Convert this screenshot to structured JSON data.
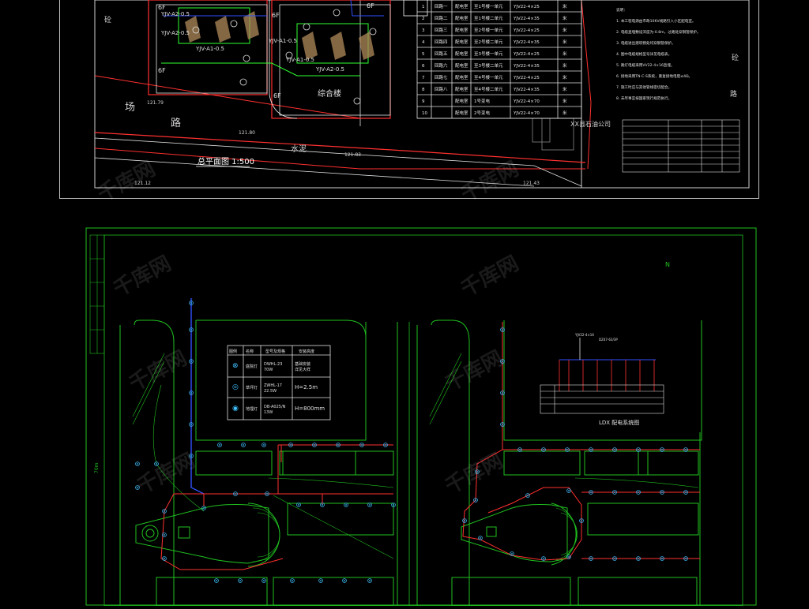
{
  "top": {
    "plan_title": "总平面图  1:500",
    "road_labels": [
      "场",
      "路",
      "水泥",
      "砼",
      "砼",
      "路"
    ],
    "elevations": [
      "121.79",
      "121.80",
      "121.83",
      "121.12",
      "121.43"
    ],
    "unit_labels": [
      "YJV-A2-0.5",
      "YJV-A2-0.5",
      "YJV-A1-0.5",
      "YJV-A1-0.5",
      "YJV-A1-0.5",
      "YJV-A2-0.5"
    ],
    "floor_labels": [
      "6F",
      "6F",
      "6F",
      "6F",
      "6F"
    ],
    "building_label": "综合楼",
    "company_text": "XX县石油公司",
    "table_rows": [
      [
        "1",
        "回路一",
        "配电室",
        "至1号楼一单元",
        "YJV22-4×25",
        "米"
      ],
      [
        "2",
        "回路二",
        "配电室",
        "至1号楼二单元",
        "YJV22-4×35",
        "米"
      ],
      [
        "3",
        "回路三",
        "配电室",
        "至2号楼一单元",
        "YJV22-4×25",
        "米"
      ],
      [
        "4",
        "回路四",
        "配电室",
        "至2号楼二单元",
        "YJV22-4×35",
        "米"
      ],
      [
        "5",
        "回路五",
        "配电室",
        "至3号楼一单元",
        "YJV22-4×25",
        "米"
      ],
      [
        "6",
        "回路六",
        "配电室",
        "至3号楼二单元",
        "YJV22-4×35",
        "米"
      ],
      [
        "7",
        "回路七",
        "配电室",
        "至4号楼一单元",
        "YJV22-4×25",
        "米"
      ],
      [
        "8",
        "回路八",
        "配电室",
        "至4号楼二单元",
        "YJV22-4×35",
        "米"
      ],
      [
        "9",
        "",
        "配电室",
        "1号变电",
        "YJV22-4×70",
        "米"
      ],
      [
        "10",
        "",
        "配电室",
        "2号变电",
        "YJV22-4×70",
        "米"
      ]
    ],
    "notes": [
      "说明：",
      "1. 本工程电源由市政10KV线路引入小区配电室。",
      "2. 电缆直埋敷设深度为-0.8m，过路处穿钢管保护。",
      "3. 电缆进出建筑物处均穿钢管保护。",
      "4. 图中电缆规格型号详见电缆表。",
      "5. 路灯电缆采用VV22-4×16直埋。",
      "6. 接地采用TN-C-S系统，重复接地电阻≤4Ω。",
      "7. 施工时应与其他管线密切配合。",
      "8. 未尽事宜按国家现行规范执行。"
    ]
  },
  "bottom": {
    "north": "N",
    "legend_headers": [
      "图例",
      "名称",
      "型号及规格",
      "安装高度"
    ],
    "legend_rows": [
      [
        "⊗",
        "庭院灯",
        "DWHL-23\n70W",
        "基础安装\n详见大样"
      ],
      [
        "◎",
        "草坪灯",
        "ZWHL-17\n22.5W",
        "H=2.5m"
      ],
      [
        "◉",
        "地埋灯",
        "DB-A025/N\n13W",
        "H=800mm"
      ]
    ],
    "ldx_title": "LDX 配电系统图",
    "dim_left": "70m",
    "system_labels": [
      "YJV22-4×16",
      "DZ47-63/3P"
    ]
  },
  "watermark": "千库网"
}
